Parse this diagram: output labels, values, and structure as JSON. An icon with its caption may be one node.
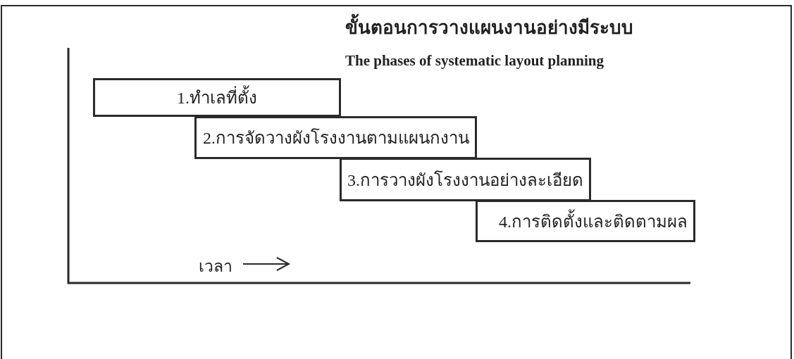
{
  "diagram": {
    "title": "ขั้นตอนการวางแผนงานอย่างมีระบบ",
    "nodes": [
      {
        "text": [
          "1.ทำเลที่ตั้ง"
        ]
      },
      {
        "text": [
          "2.การจัดวางผังโรงงานตามแผนกงาน"
        ]
      },
      {
        "text": [
          "3.การวางผังโรงงานอย่างละเอียด"
        ]
      },
      {
        "text": [
          "4.การติดตั้งและติดตามผล"
        ]
      }
    ],
    "labels": [
      "The phases of systematic layout planning",
      "เวลา"
    ]
  }
}
